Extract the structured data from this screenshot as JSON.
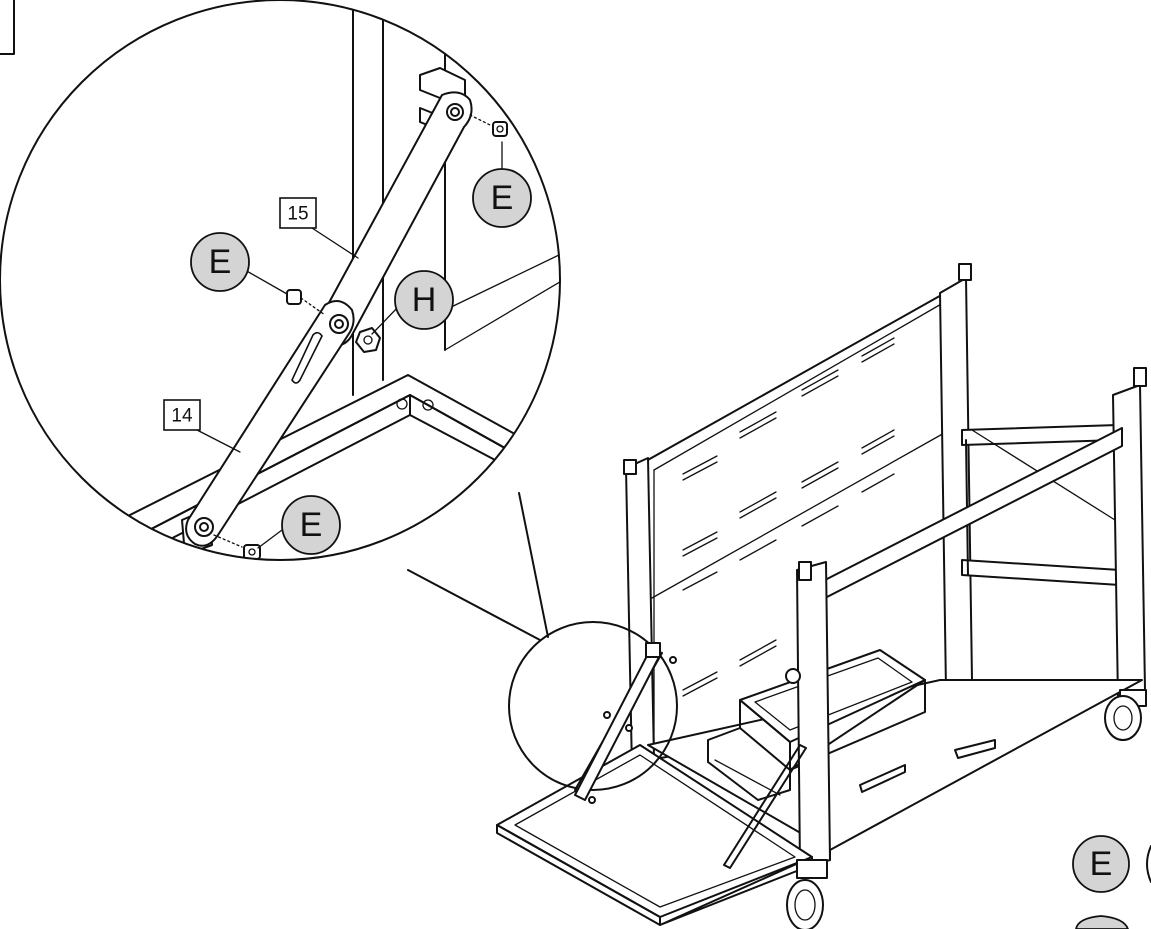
{
  "parts": {
    "p14": "14",
    "p15": "15"
  },
  "hardware": {
    "e": "E",
    "h": "H"
  },
  "colors": {
    "callout_fill": "#d4d4d4",
    "line": "#111111",
    "background": "#ffffff"
  }
}
